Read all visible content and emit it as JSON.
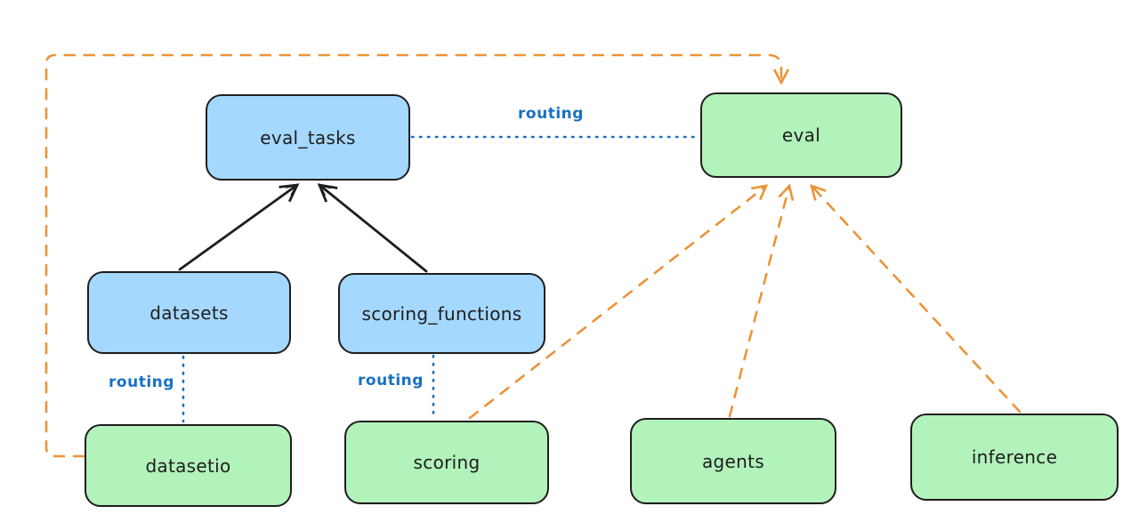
{
  "diagram": {
    "nodes": {
      "eval_tasks": {
        "label": "eval_tasks",
        "color": "blue"
      },
      "eval": {
        "label": "eval",
        "color": "green"
      },
      "datasets": {
        "label": "datasets",
        "color": "blue"
      },
      "scoring_functions": {
        "label": "scoring_functions",
        "color": "blue"
      },
      "datasetio": {
        "label": "datasetio",
        "color": "green"
      },
      "scoring": {
        "label": "scoring",
        "color": "green"
      },
      "agents": {
        "label": "agents",
        "color": "green"
      },
      "inference": {
        "label": "inference",
        "color": "green"
      }
    },
    "edges": [
      {
        "from": "datasets",
        "to": "eval_tasks",
        "style": "solid-black-arrow"
      },
      {
        "from": "scoring_functions",
        "to": "eval_tasks",
        "style": "solid-black-arrow"
      },
      {
        "from": "eval_tasks",
        "to": "eval",
        "style": "dotted-blue",
        "label": "routing"
      },
      {
        "from": "datasets",
        "to": "datasetio",
        "style": "dotted-blue",
        "label": "routing"
      },
      {
        "from": "scoring_functions",
        "to": "scoring",
        "style": "dotted-blue",
        "label": "routing"
      },
      {
        "from": "scoring",
        "to": "eval",
        "style": "dashed-orange-arrow"
      },
      {
        "from": "agents",
        "to": "eval",
        "style": "dashed-orange-arrow"
      },
      {
        "from": "inference",
        "to": "eval",
        "style": "dashed-orange-arrow"
      },
      {
        "from": "datasetio",
        "to": "eval",
        "style": "dashed-orange-arrow"
      }
    ],
    "colors": {
      "blue_fill": "#a5d8ff",
      "green_fill": "#b2f2bb",
      "stroke": "#1e1e1e",
      "routing_blue": "#1971c2",
      "orange": "#ec9335",
      "background": "#ffffff"
    }
  }
}
